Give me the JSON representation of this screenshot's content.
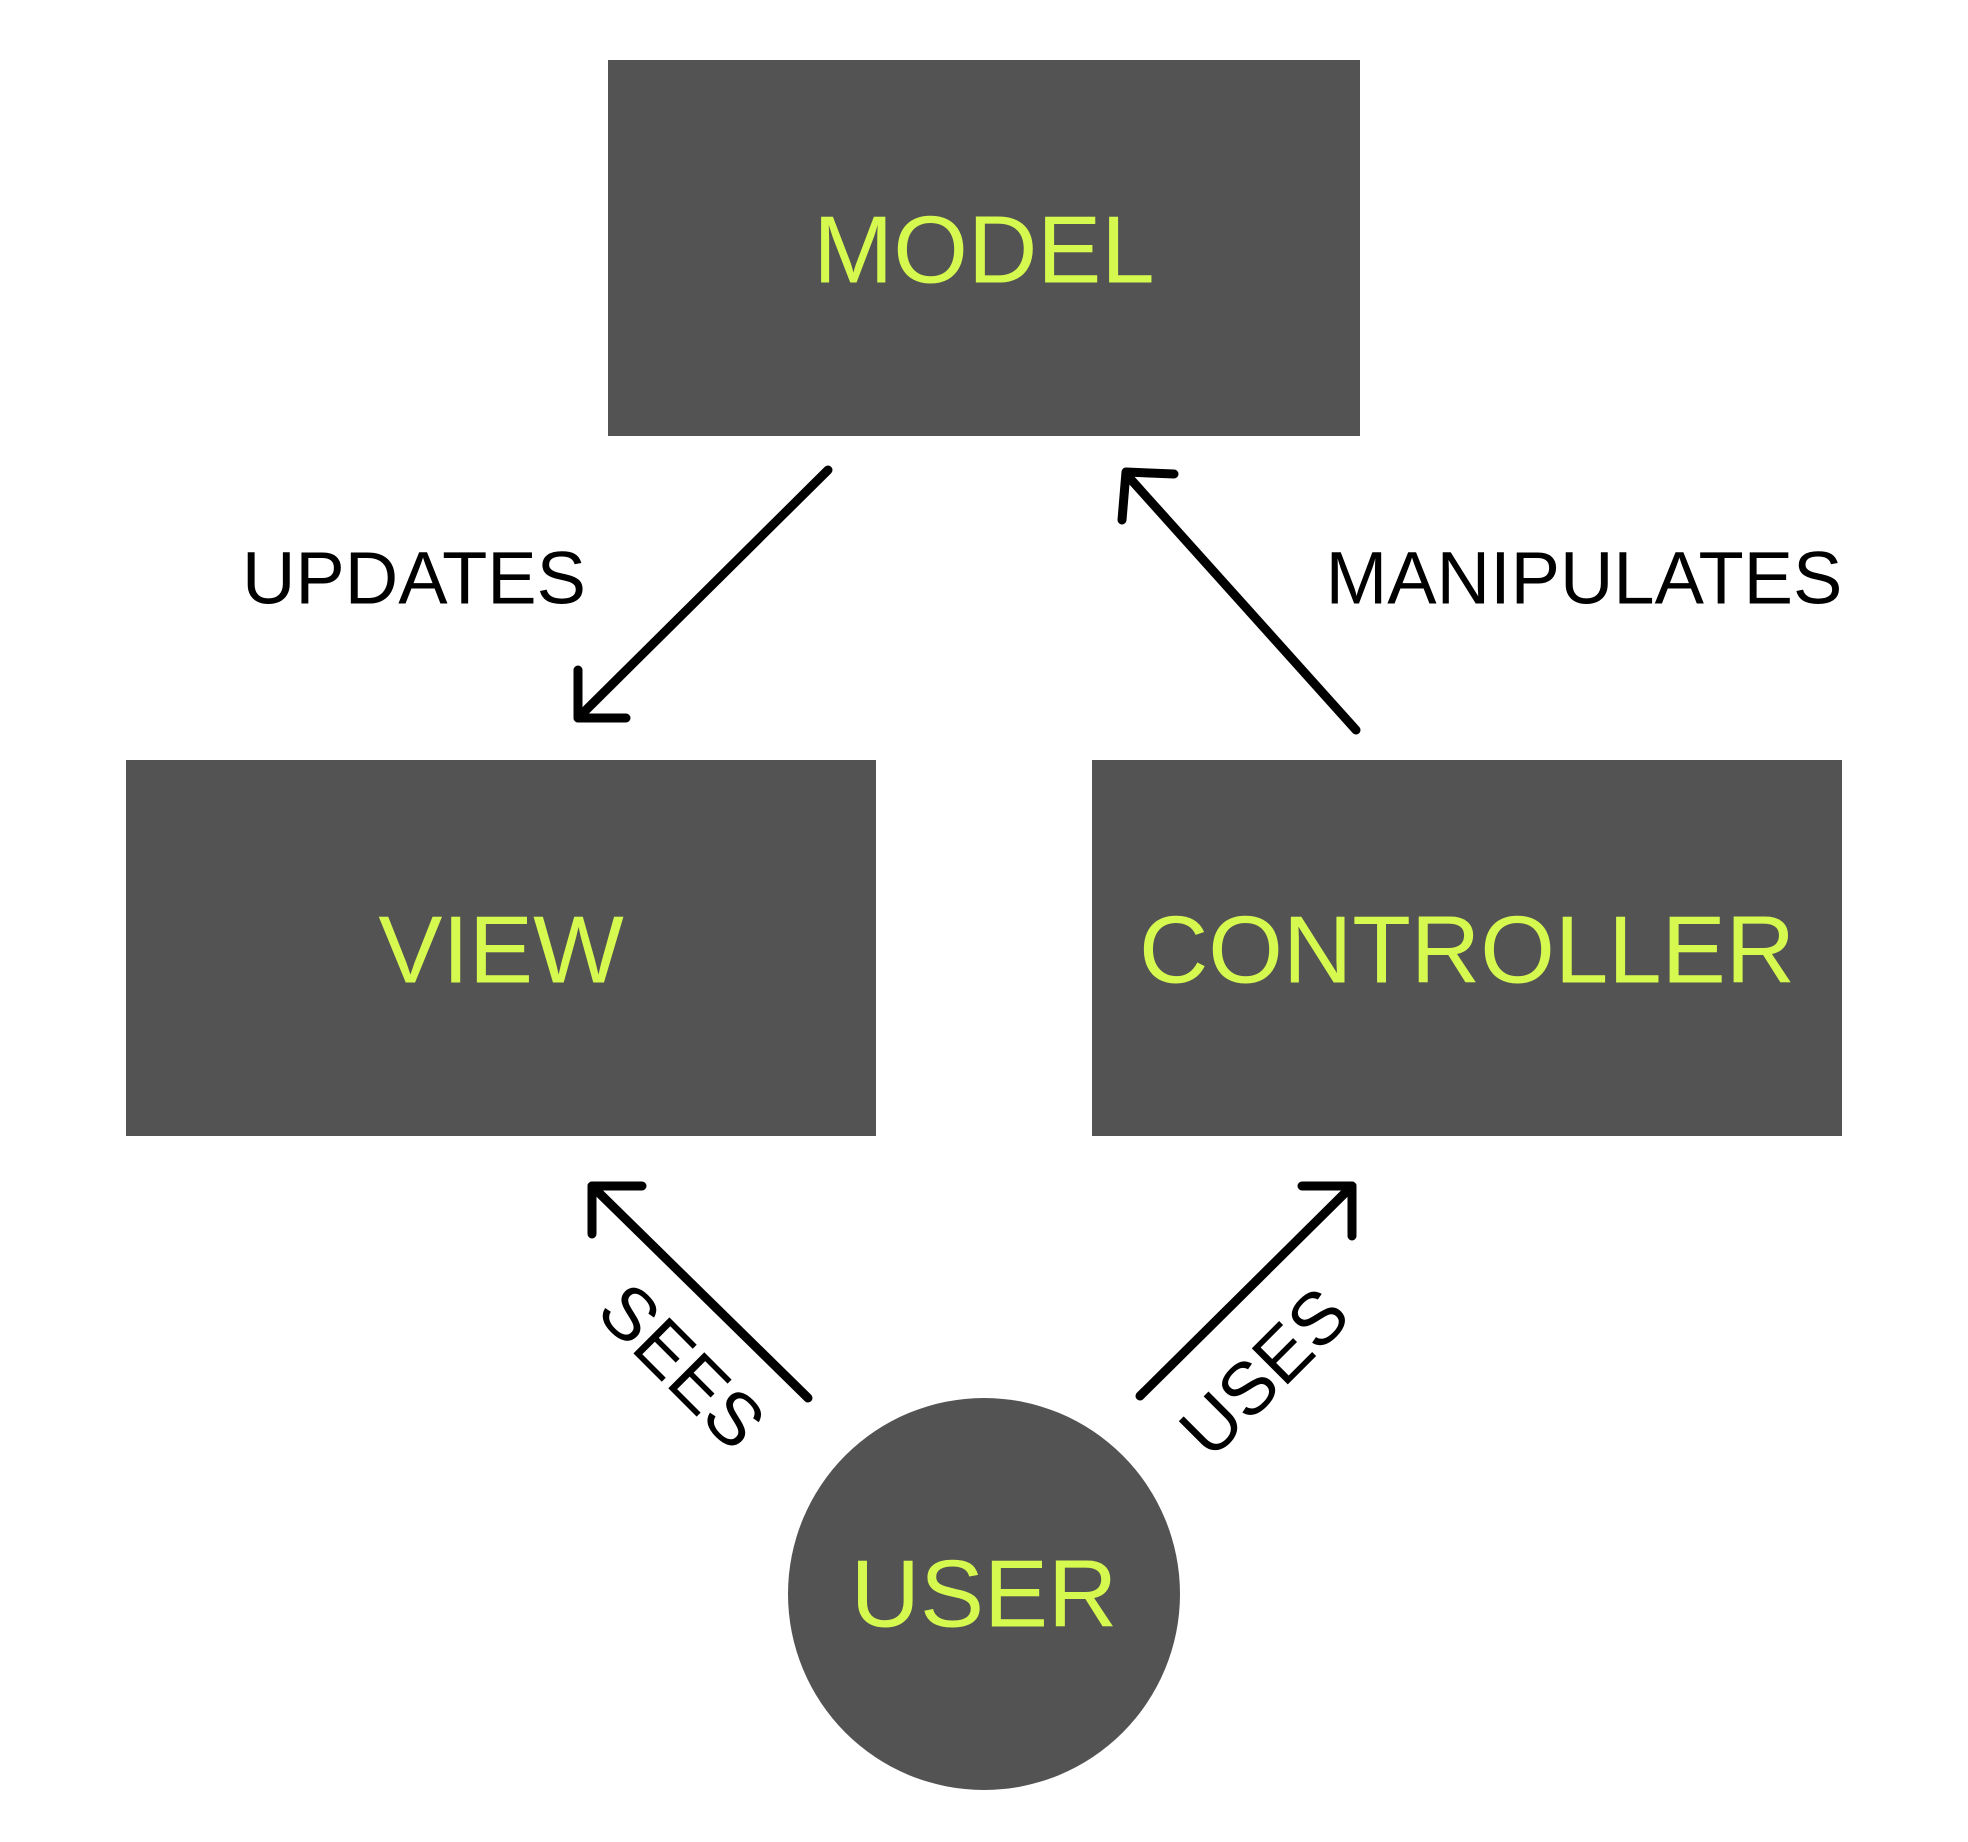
{
  "nodes": {
    "model": "MODEL",
    "view": "VIEW",
    "controller": "CONTROLLER",
    "user": "USER"
  },
  "edges": {
    "updates": "UPDATES",
    "manipulates": "MANIPULATES",
    "sees": "SEES",
    "uses": "USES"
  },
  "colors": {
    "node_fill": "#535353",
    "node_text": "#d6f94f",
    "edge": "#000000",
    "background": "#ffffff"
  }
}
